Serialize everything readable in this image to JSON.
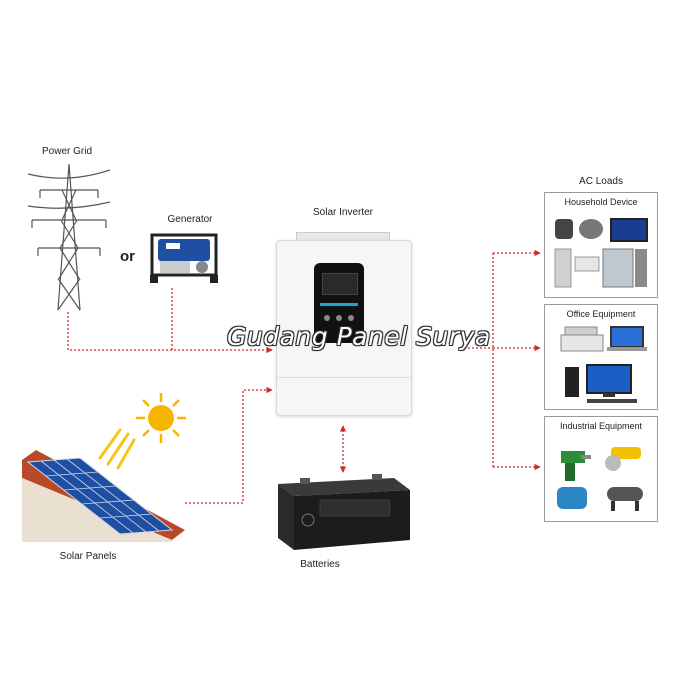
{
  "labels": {
    "power_grid": "Power Grid",
    "or": "or",
    "generator": "Generator",
    "solar_inverter": "Solar Inverter",
    "ac_loads": "AC Loads",
    "solar_panels": "Solar Panels",
    "batteries": "Batteries"
  },
  "load_groups": [
    {
      "title": "Household Device"
    },
    {
      "title": "Office Equipment"
    },
    {
      "title": "Industrial Equipment"
    }
  ],
  "watermark": "Gudang Panel Surya",
  "colors": {
    "wire": "#d62828",
    "box_border": "#9a9a9a",
    "inverter": "#f6f6f6",
    "sun": "#f7b500",
    "panel": "#1f4fa3",
    "roof": "#b84a2a"
  }
}
